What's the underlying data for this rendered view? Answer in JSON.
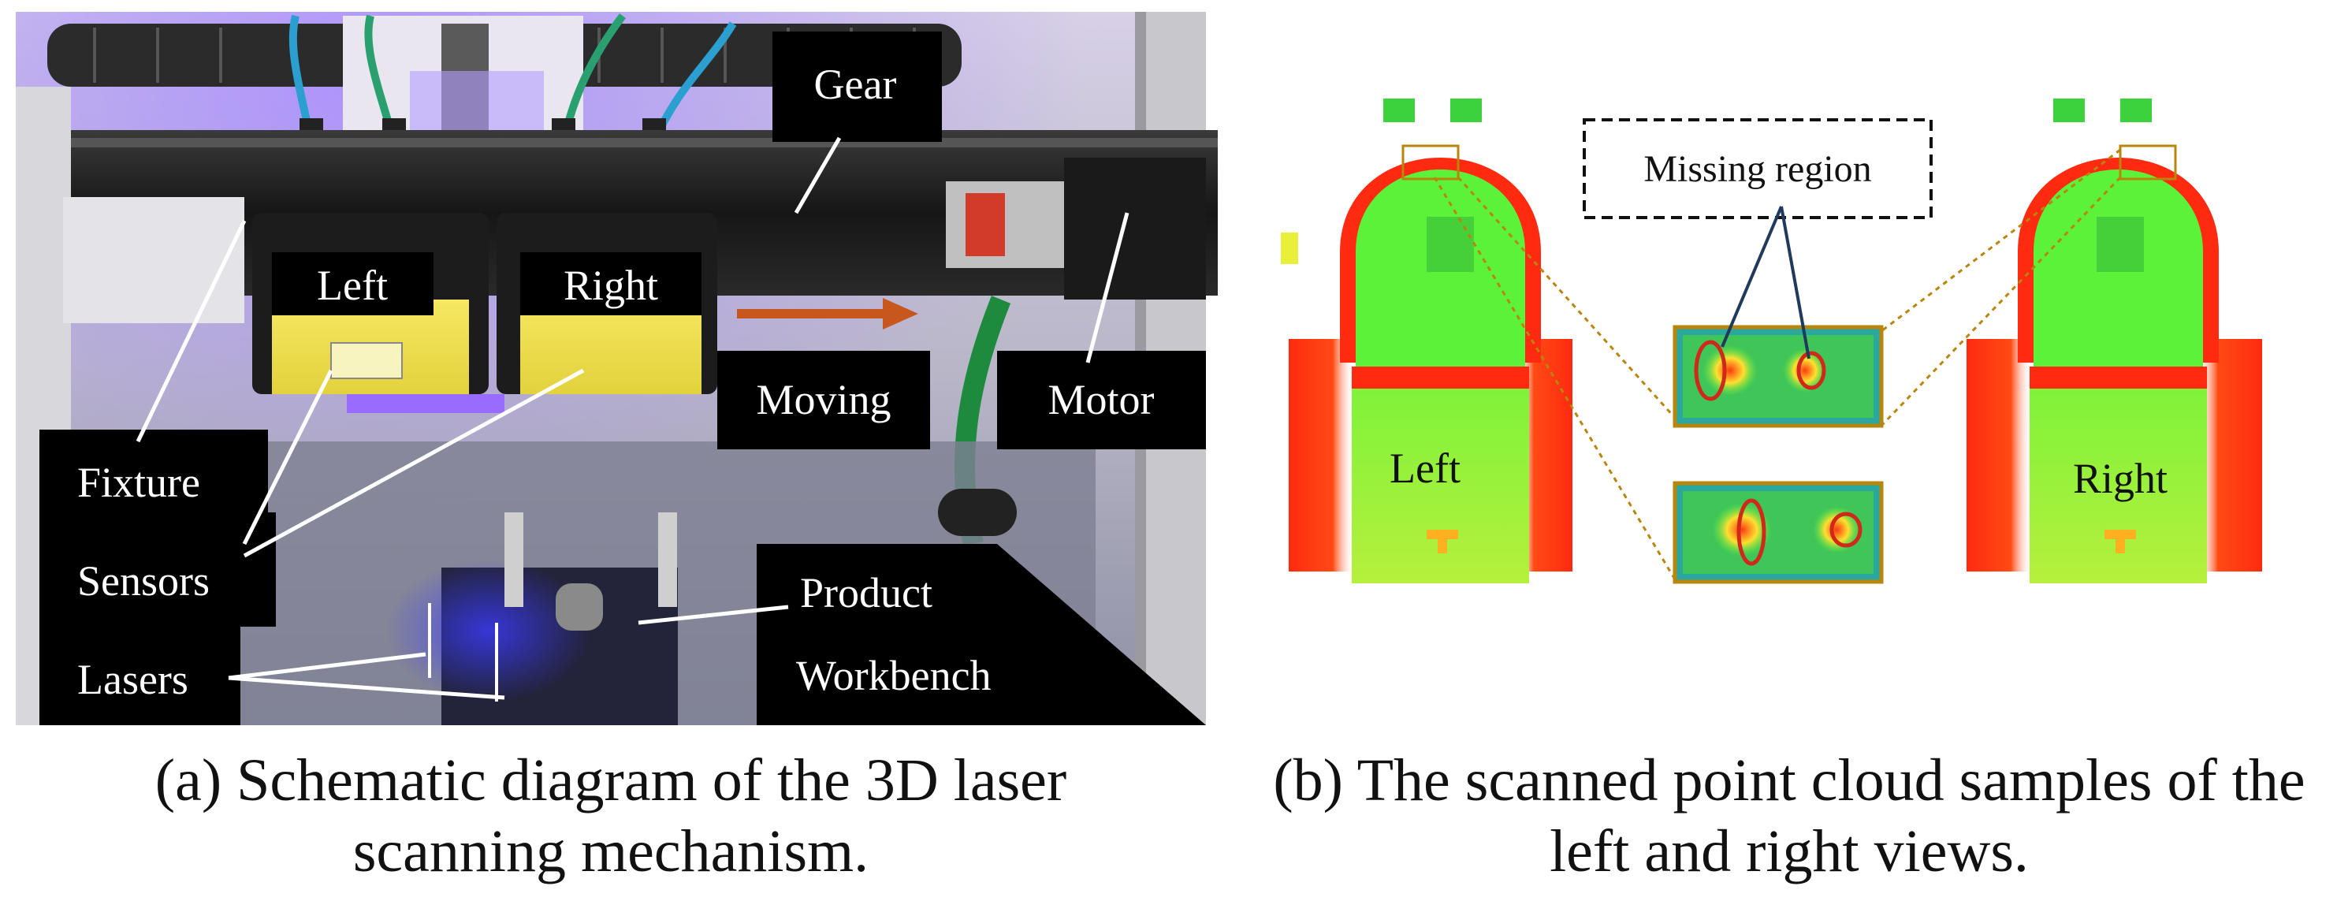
{
  "panel_a": {
    "labels": {
      "gear": "Gear",
      "left": "Left",
      "right": "Right",
      "moving": "Moving",
      "motor": "Motor",
      "fixture": "Fixture",
      "sensors": "Sensors",
      "lasers": "Lasers",
      "product": "Product",
      "workbench": "Workbench"
    },
    "caption_line1": "(a)  Schematic diagram of the 3D laser",
    "caption_line2": "scanning mechanism."
  },
  "panel_b": {
    "labels": {
      "left": "Left",
      "right": "Right",
      "missing_region": "Missing region"
    },
    "caption_line1": "(b) The scanned point cloud samples of the",
    "caption_line2": "left and right views."
  },
  "colors": {
    "label_box": "#000000",
    "label_text": "#ffffff",
    "arrow": "#c8571e",
    "sensor_yellow": "#f2e24a",
    "cloud_green": "#5cf23a",
    "cloud_red": "#ff2a10",
    "cloud_lime": "#a6f23a",
    "zoom_border": "#b8860b"
  }
}
